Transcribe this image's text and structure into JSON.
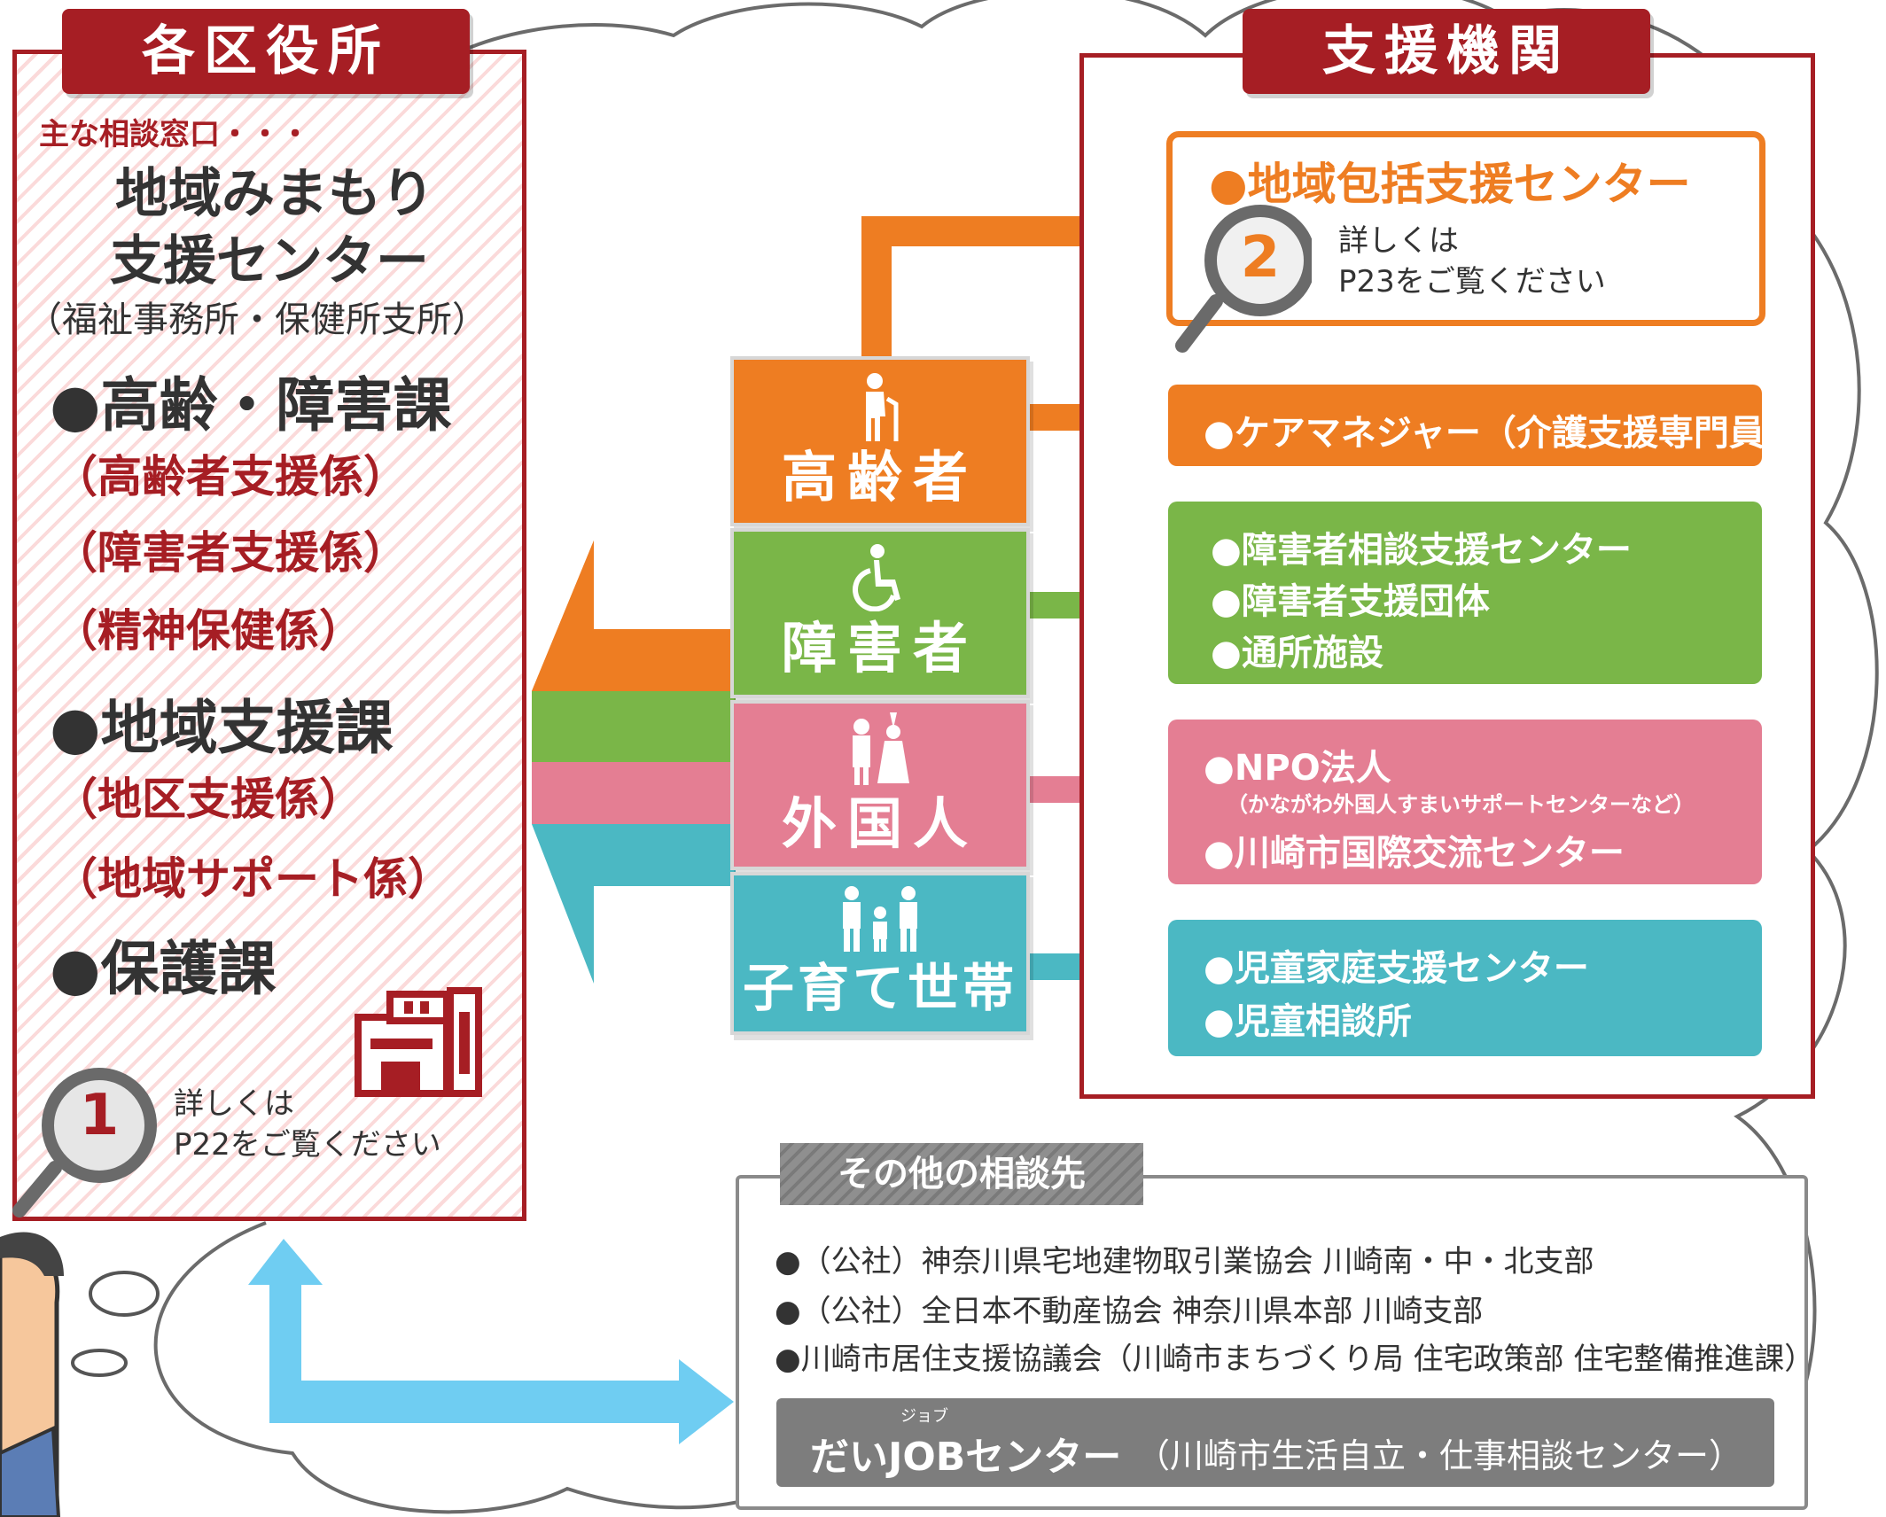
{
  "wards": {
    "title": "各区役所",
    "intro": "主な相談窓口・・・",
    "center_line1": "地域みまもり",
    "center_line2": "支援センター",
    "center_sub": "（福祉事務所・保健所支所）",
    "sections": [
      {
        "name": "●高齢・障害課",
        "subs": [
          "（高齢者支援係）",
          "（障害者支援係）",
          "（精神保健係）"
        ]
      },
      {
        "name": "●地域支援課",
        "subs": [
          "（地区支援係）",
          "（地域サポート係）"
        ]
      },
      {
        "name": "●保護課",
        "subs": []
      }
    ],
    "ref_num": "1",
    "ref_line1": "詳しくは",
    "ref_line2": "P22をご覧ください"
  },
  "agencies": {
    "title": "支援機関",
    "hokatsu": {
      "label": "●地域包括支援センター",
      "ref_num": "2",
      "ref_line1": "詳しくは",
      "ref_line2": "P23をご覧ください"
    },
    "care": "●ケアマネジャー（介護支援専門員）",
    "disability": [
      "●障害者相談支援センター",
      "●障害者支援団体",
      "●通所施設"
    ],
    "foreign": [
      "●NPO法人",
      "（かながわ外国人すまいサポートセンターなど）",
      "●川崎市国際交流センター"
    ],
    "child": [
      "●児童家庭支援センター",
      "●児童相談所"
    ]
  },
  "categories": [
    {
      "label": "高齢者",
      "icon": "elderly-icon",
      "color": "#ee7d22"
    },
    {
      "label": "障害者",
      "icon": "wheelchair-icon",
      "color": "#7ab648"
    },
    {
      "label": "外国人",
      "icon": "foreign-people-icon",
      "color": "#e47e93"
    },
    {
      "label": "子育て世帯",
      "icon": "family-icon",
      "color": "#4bb8c3"
    }
  ],
  "other": {
    "title": "その他の相談先",
    "items": [
      "●（公社）神奈川県宅地建物取引業協会 川崎南・中・北支部",
      "●（公社）全日本不動産協会 神奈川県本部 川崎支部",
      "●川崎市居住支援協議会（川崎市まちづくり局 住宅政策部 住宅整備推進課）"
    ],
    "job_ruby": "ジョブ",
    "job_main": "だいJOBセンター",
    "job_sub": "（川崎市生活自立・仕事相談センター）"
  }
}
